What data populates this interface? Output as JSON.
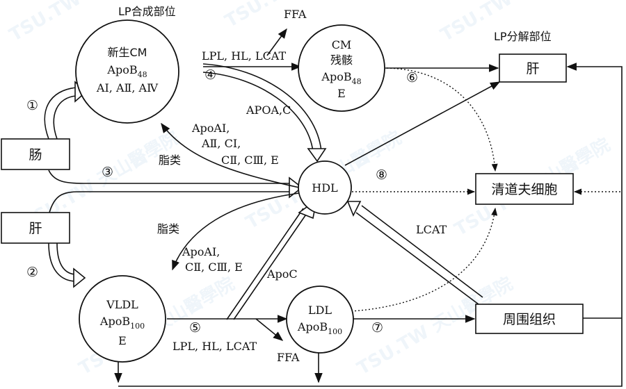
{
  "titles": {
    "synthesis_site": "LP合成部位",
    "breakdown_site": "LP分解部位"
  },
  "nodes": {
    "cm": {
      "line1": "新生CM",
      "line2": "ApoB",
      "line2_sub": "48",
      "line3": "AⅠ, AⅡ, AⅣ"
    },
    "remnant": {
      "line1": "CM",
      "line2": "残骸",
      "line3": "ApoB",
      "line3_sub": "48",
      "line4": "E"
    },
    "hdl": {
      "label": "HDL"
    },
    "vldl": {
      "line1": "VLDL",
      "line2": "ApoB",
      "line2_sub": "100",
      "line3": "E"
    },
    "ldl": {
      "line1": "LDL",
      "line2": "ApoB",
      "line2_sub": "100"
    },
    "intestine": {
      "label": "肠"
    },
    "liver_left": {
      "label": "肝"
    },
    "liver_right": {
      "label": "肝"
    },
    "scavenger": {
      "label": "清道夫细胞"
    },
    "peripheral": {
      "label": "周围组织"
    }
  },
  "labels": {
    "ffa_top": "FFA",
    "ffa_bottom": "FFA",
    "enzymes_top": "LPL, HL, LCAT",
    "enzymes_bottom": "LPL, HL, LCAT",
    "apoa_c": "APOA,C",
    "apo_return_1": "ApoAⅠ,",
    "apo_return_2": "AⅡ, CⅠ,",
    "apo_return_3": "CⅡ, CⅢ, E",
    "lipid_top": "脂类",
    "lipid_bottom": "脂类",
    "apo_vldl_1": "ApoAⅠ,",
    "apo_vldl_2": "CⅡ, CⅢ, E",
    "apoc": "ApoC",
    "lcat": "LCAT"
  },
  "steps": [
    "①",
    "②",
    "③",
    "④",
    "⑤",
    "⑥",
    "⑦",
    "⑧"
  ],
  "watermark": "TSU.TW 天山醫學院"
}
